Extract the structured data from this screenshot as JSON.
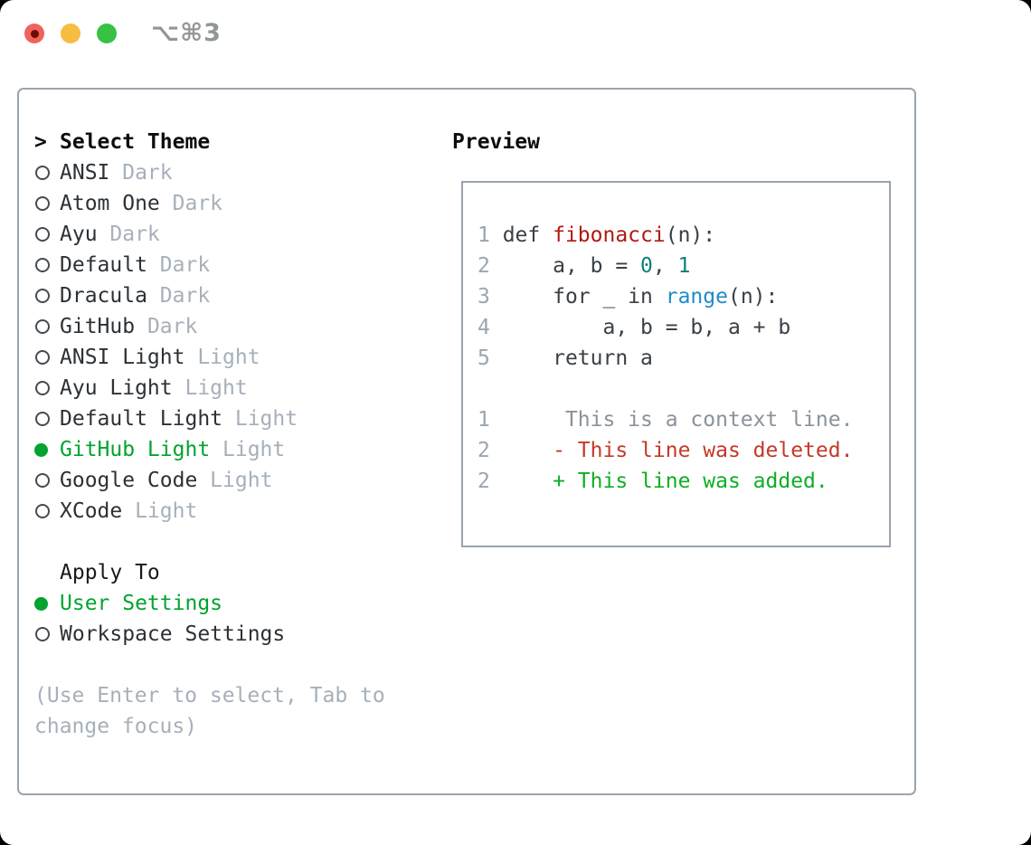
{
  "window": {
    "title": "⌥⌘3"
  },
  "titlebar": {
    "traffic_light_colors": {
      "close": "#f0625a",
      "minimize": "#f6bd42",
      "zoom": "#37c145",
      "record_dot": "#6b0f06"
    }
  },
  "theme_panel": {
    "header_marker": ">",
    "header": "Select Theme",
    "themes": [
      {
        "label": "ANSI",
        "variant": "Dark",
        "selected": false
      },
      {
        "label": "Atom One",
        "variant": "Dark",
        "selected": false
      },
      {
        "label": "Ayu",
        "variant": "Dark",
        "selected": false
      },
      {
        "label": "Default",
        "variant": "Dark",
        "selected": false
      },
      {
        "label": "Dracula",
        "variant": "Dark",
        "selected": false
      },
      {
        "label": "GitHub",
        "variant": "Dark",
        "selected": false
      },
      {
        "label": "ANSI Light",
        "variant": "Light",
        "selected": false
      },
      {
        "label": "Ayu Light",
        "variant": "Light",
        "selected": false
      },
      {
        "label": "Default Light",
        "variant": "Light",
        "selected": false
      },
      {
        "label": "GitHub Light",
        "variant": "Light",
        "selected": true
      },
      {
        "label": "Google Code",
        "variant": "Light",
        "selected": false
      },
      {
        "label": "XCode",
        "variant": "Light",
        "selected": false
      }
    ],
    "apply_header": "Apply To",
    "apply_options": [
      {
        "label": "User Settings",
        "selected": true
      },
      {
        "label": "Workspace Settings",
        "selected": false
      }
    ],
    "help": "(Use Enter to select, Tab to change focus)",
    "selected_color": "#00a42e"
  },
  "preview": {
    "header": "Preview",
    "code_lines": [
      {
        "num": "1",
        "segments": [
          {
            "t": "def ",
            "c": "code"
          },
          {
            "t": "fibonacci",
            "c": "func"
          },
          {
            "t": "(n):",
            "c": "code"
          }
        ]
      },
      {
        "num": "2",
        "segments": [
          {
            "t": "    a, b = ",
            "c": "code"
          },
          {
            "t": "0",
            "c": "number"
          },
          {
            "t": ", ",
            "c": "code"
          },
          {
            "t": "1",
            "c": "number"
          }
        ]
      },
      {
        "num": "3",
        "segments": [
          {
            "t": "    for _ in ",
            "c": "code"
          },
          {
            "t": "range",
            "c": "builtin"
          },
          {
            "t": "(n):",
            "c": "code"
          }
        ]
      },
      {
        "num": "4",
        "segments": [
          {
            "t": "        a, b = b, a + b",
            "c": "code"
          }
        ]
      },
      {
        "num": "5",
        "segments": [
          {
            "t": "    return a",
            "c": "code"
          }
        ]
      },
      {
        "num": "",
        "segments": []
      },
      {
        "num": "1",
        "segments": [
          {
            "t": "     This is a context line.",
            "c": "context"
          }
        ]
      },
      {
        "num": "2",
        "segments": [
          {
            "t": "    - This line was deleted.",
            "c": "deleted"
          }
        ]
      },
      {
        "num": "2",
        "segments": [
          {
            "t": "    + This line was added.",
            "c": "added"
          }
        ]
      }
    ],
    "syntax_colors": {
      "function": "#b11a0e",
      "builtin": "#1e8bcc",
      "number": "#0e7f78",
      "context": "#8a929b",
      "deleted": "#c23a28",
      "added": "#0fae24",
      "line_number": "#9aa5b1",
      "code": "#3a4046"
    }
  }
}
